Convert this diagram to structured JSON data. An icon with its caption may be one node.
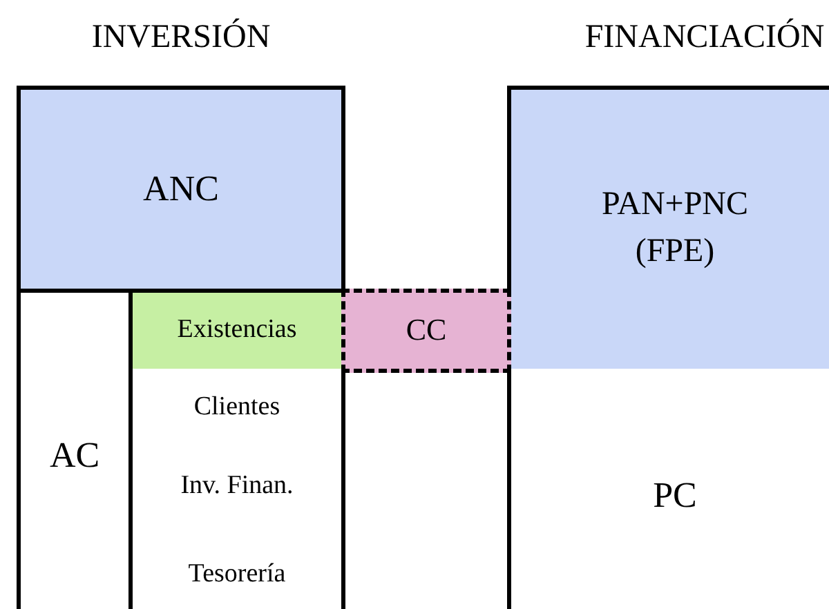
{
  "diagram": {
    "nodes": [
      {
        "text": [
          "ANC"
        ]
      },
      {
        "text": [
          "AC"
        ]
      },
      {
        "text": [
          "Existencias"
        ]
      },
      {
        "text": [
          "Clientes"
        ]
      },
      {
        "text": [
          "Inv. Finan."
        ]
      },
      {
        "text": [
          "Tesorería"
        ]
      },
      {
        "text": [
          "CC"
        ]
      },
      {
        "text": [
          "PAN+PNC (FPE)"
        ]
      },
      {
        "text": [
          "PC"
        ]
      }
    ],
    "labels": [
      "INVERSIÓN",
      "FINANCIACIÓN"
    ]
  }
}
